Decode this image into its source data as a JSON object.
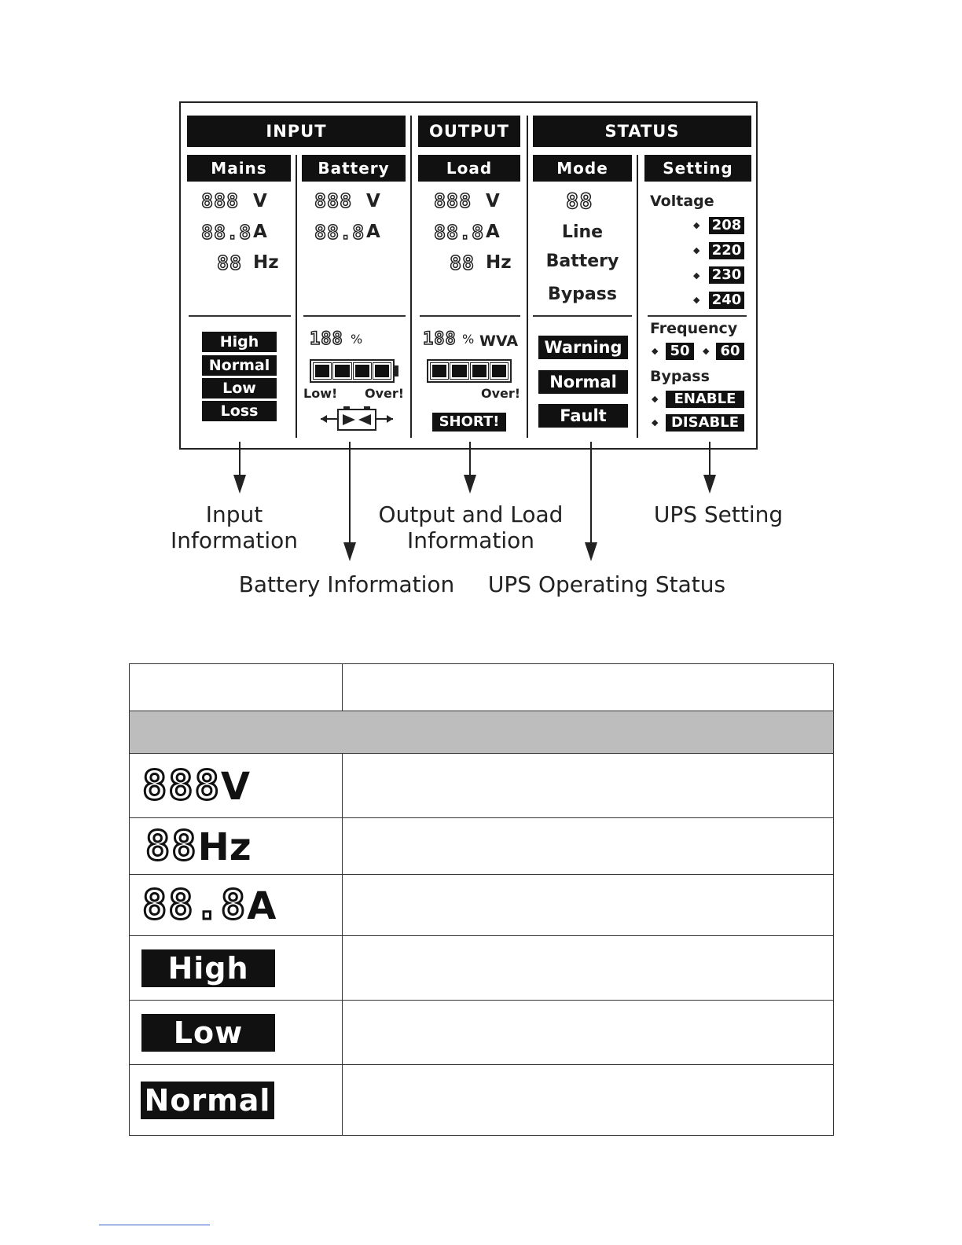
{
  "lcd": {
    "headers": {
      "input": "INPUT",
      "output": "OUTPUT",
      "status": "STATUS"
    },
    "subheaders": {
      "mains": "Mains",
      "battery": "Battery",
      "load": "Load",
      "mode": "Mode",
      "setting": "Setting"
    },
    "mains": {
      "volt_digits": "888",
      "volt_unit": "V",
      "amp_digits": "88.8",
      "amp_unit": "A",
      "hz_digits": "88",
      "hz_unit": "Hz",
      "labels": [
        "High",
        "Normal",
        "Low",
        "Loss"
      ]
    },
    "battery": {
      "volt_digits": "888",
      "volt_unit": "V",
      "amp_digits": "88.8",
      "amp_unit": "A",
      "pct_digits": "188",
      "pct_unit": "%",
      "low_label": "Low!",
      "over_label": "Over!"
    },
    "load": {
      "volt_digits": "888",
      "volt_unit": "V",
      "amp_digits": "88.8",
      "amp_unit": "A",
      "hz_digits": "88",
      "hz_unit": "Hz",
      "pct_digits": "188",
      "pct_unit": "%",
      "wva_label": "WVA",
      "over_label": "Over!",
      "short_label": "SHORT!"
    },
    "mode": {
      "digits": "88",
      "items": [
        "Line",
        "Battery",
        "Bypass"
      ],
      "status_labels": [
        "Warning",
        "Normal",
        "Fault"
      ]
    },
    "setting": {
      "voltage_label": "Voltage",
      "voltages": [
        "208",
        "220",
        "230",
        "240"
      ],
      "frequency_label": "Frequency",
      "frequencies": [
        "50",
        "60"
      ],
      "bypass_label": "Bypass",
      "bypass_options": [
        "ENABLE",
        "DISABLE"
      ]
    }
  },
  "captions": {
    "input_info": [
      "Input",
      "Information"
    ],
    "battery_info": "Battery Information",
    "output_info": [
      "Output and Load",
      "Information"
    ],
    "ups_status": "UPS Operating Status",
    "ups_setting": "UPS Setting"
  },
  "table": {
    "rows": [
      {
        "digits": "888",
        "unit": "V"
      },
      {
        "digits": "88",
        "unit": "Hz"
      },
      {
        "digits": "88.8",
        "unit": "A"
      },
      {
        "label": "High"
      },
      {
        "label": "Low"
      },
      {
        "label": "Normal"
      }
    ]
  }
}
